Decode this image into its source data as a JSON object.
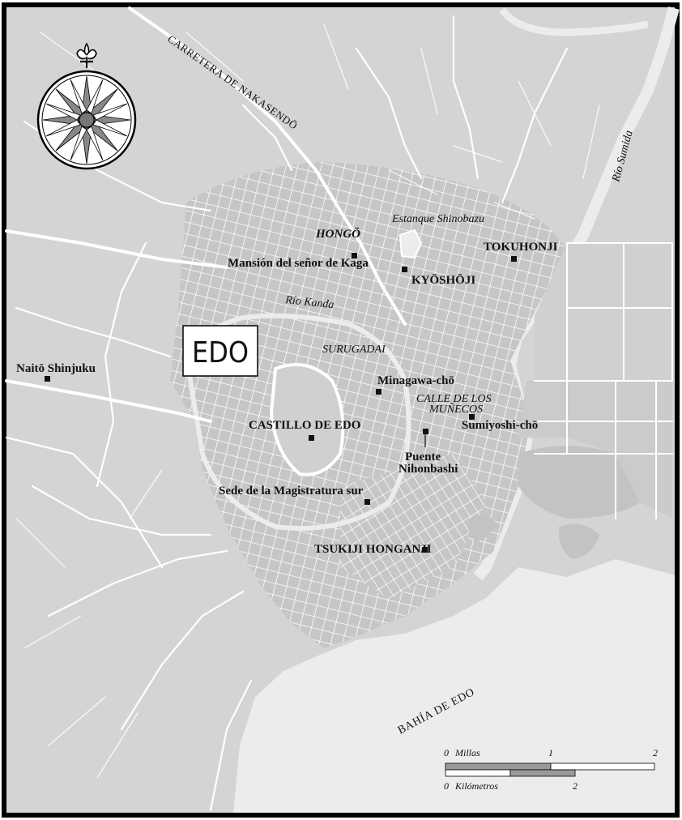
{
  "map": {
    "title": "EDO",
    "compass_icon": "compass-rose-icon",
    "colors": {
      "land": "#d4d4d4",
      "water": "#ececec",
      "city": "#c3c3c3",
      "road": "#ffffff",
      "frame": "#000000"
    },
    "labels": {
      "road_nakasendo": "CARRETERA DE NAKASENDŌ",
      "river_sumida": "Río Sumida",
      "pond_shinobazu": "Estanque Shinobazu",
      "hongo": "HONGŌ",
      "tokuhonji": "TOKUHONJI",
      "kaga": "Mansión del señor de Kaga",
      "kyoshoji": "KYŌSHŌJI",
      "river_kanda": "Río Kanda",
      "surugadai": "SURUGADAI",
      "naito": "Naitō Shinjuku",
      "minagawa": "Minagawa-chō",
      "calle_1": "CALLE DE LOS",
      "calle_2": "MUÑECOS",
      "sumiyoshi": "Sumiyoshi-chō",
      "castillo": "CASTILLO DE EDO",
      "puente_1": "Puente",
      "puente_2": "Nihonbashi",
      "magistratura": "Sede de la Magistratura sur",
      "tsukiji": "TSUKIJI HONGANJI",
      "bahia": "BAHÍA DE EDO"
    },
    "scale": {
      "miles_label": "Millas",
      "km_label": "Kilómetros",
      "miles_ticks": [
        "0",
        "1",
        "2"
      ],
      "km_ticks": [
        "0",
        "2"
      ]
    }
  }
}
